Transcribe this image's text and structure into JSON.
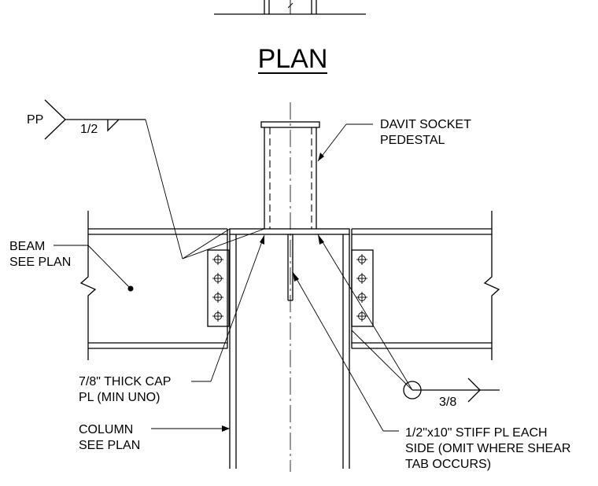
{
  "title": "PLAN",
  "weld_symbol": {
    "reference": "PP",
    "size": "1/2"
  },
  "weld_symbol_right": {
    "size": "3/8"
  },
  "labels": {
    "davit_line1": "DAVIT SOCKET",
    "davit_line2": "PEDESTAL",
    "beam_line1": "BEAM",
    "beam_line2": "SEE PLAN",
    "cap_line1": "7/8\" THICK CAP",
    "cap_line2": "PL (MIN UNO)",
    "column_line1": "COLUMN",
    "column_line2": "SEE PLAN",
    "stiff_line1": "1/2\"x10\" STIFF PL EACH",
    "stiff_line2": "SIDE (OMIT WHERE SHEAR",
    "stiff_line3": "TAB OCCURS)"
  }
}
